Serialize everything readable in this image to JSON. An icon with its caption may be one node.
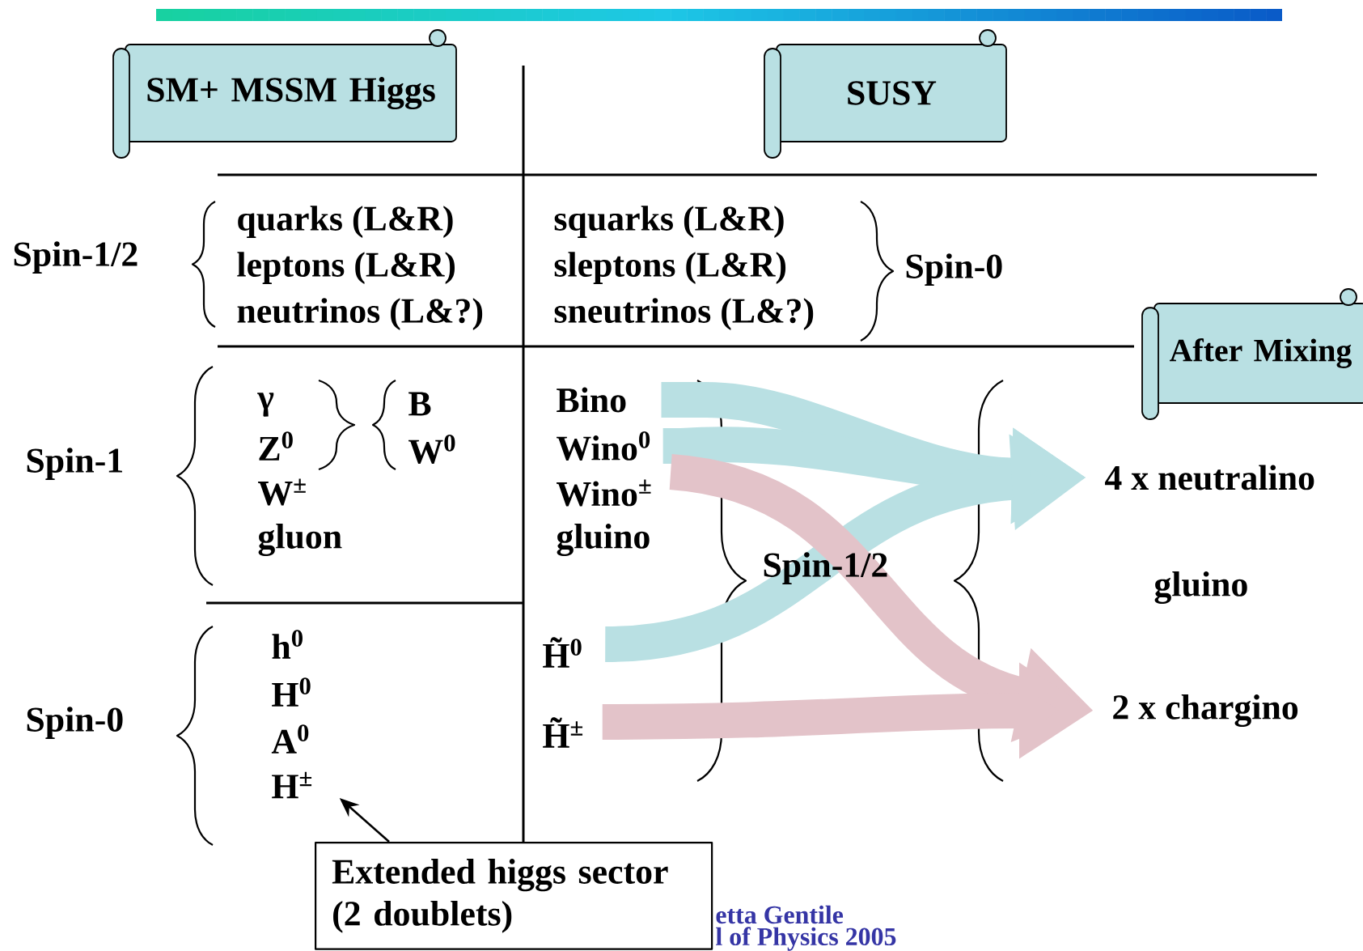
{
  "diagram": {
    "nodes": [
      {
        "text": [
          "SM+ MSSM Higgs"
        ]
      },
      {
        "text": [
          "SUSY"
        ]
      },
      {
        "text": [
          "After Mixing"
        ]
      },
      {
        "text": [
          "Bino"
        ]
      },
      {
        "text": [
          "Wino$^{0}$"
        ]
      },
      {
        "text": [
          "Wino$^{±}$"
        ]
      },
      {
        "text": [
          "H̃$^{0}$"
        ]
      },
      {
        "text": [
          "H̃$^{±}$"
        ]
      },
      {
        "text": [
          "4 x neutralino"
        ]
      },
      {
        "text": [
          "2 x chargino"
        ]
      },
      {
        "text": [
          "H$^{±}$"
        ]
      },
      {
        "text": [
          "Extended higgs sector (2 doublets)"
        ]
      }
    ],
    "edges": [
      {
        "from": 3,
        "to": 8,
        "arrow": "to"
      },
      {
        "from": 4,
        "to": 8,
        "arrow": "to"
      },
      {
        "from": 6,
        "to": 8,
        "arrow": "to"
      },
      {
        "from": 5,
        "to": 9,
        "arrow": "to",
        "color": "#e3c3c9"
      },
      {
        "from": 7,
        "to": 9,
        "arrow": "to",
        "color": "#e3c3c9"
      },
      {
        "from": 11,
        "to": 10,
        "arrow": "to",
        "color": "#000000"
      }
    ],
    "labels": [
      "Spin-1/2",
      "quarks (L&R)",
      "leptons (L&R)",
      "neutrinos (L&?)",
      "squarks (L&R)",
      "sleptons (L&R)",
      "sneutrinos (L&?)",
      "Spin-0",
      "Spin-1",
      "γ",
      "Z$^{0}$",
      "B",
      "W$^{0}$",
      "W$^{±}$",
      "gluon",
      "gluino",
      "Spin-1/2",
      "gluino",
      "Spin-0",
      "h$^{0}$",
      "H$^{0}$",
      "A$^{0}$",
      "etta Gentile",
      "l of Physics 2005"
    ]
  }
}
